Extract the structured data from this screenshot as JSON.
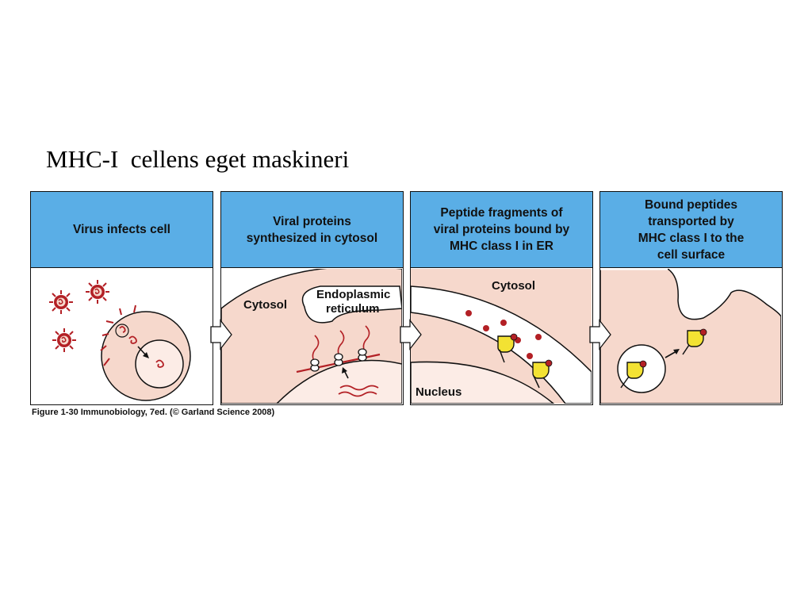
{
  "slide": {
    "title": "MHC-I  cellens eget maskineri"
  },
  "panels": [
    {
      "header": "Virus infects cell"
    },
    {
      "header": "Viral proteins\nsynthesized in cytosol",
      "label_cytosol": "Cytosol",
      "label_er_1": "Endoplasmic",
      "label_er_2": "reticulum"
    },
    {
      "header": "Peptide fragments of\nviral proteins bound by\nMHC class I in ER",
      "label_cytosol": "Cytosol",
      "label_nucleus": "Nucleus"
    },
    {
      "header": "Bound peptides\ntransported by\nMHC class I to the\ncell surface"
    }
  ],
  "caption": "Figure 1-30  Immunobiology, 7ed. (© Garland Science 2008)",
  "colors": {
    "header_blue": "#5aaee6",
    "cytosol_pink": "#f6d8cc",
    "virus_red": "#b32025",
    "mhc_yellow": "#f3e233"
  }
}
